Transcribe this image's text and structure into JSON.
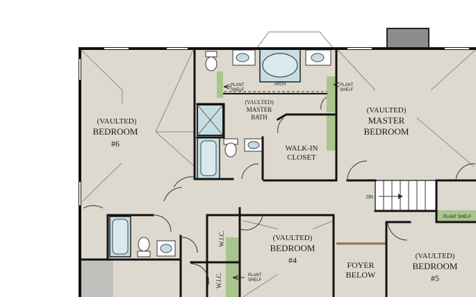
{
  "colors": {
    "floor": "#ddd9ce",
    "wall": "#111111",
    "plant_shelf": "#a9c48c",
    "fixture": "#c5dde3",
    "outside": "#ffffff",
    "chimney": "#8d8d8d",
    "stair": "#ffffff",
    "foyer_rail": "#9a6a4a"
  },
  "rooms": {
    "bedroom6": {
      "tag": "(VAULTED)",
      "name": "BEDROOM",
      "number": "#6"
    },
    "master_bath": {
      "tag": "(VAULTED)",
      "name1": "MASTER",
      "name2": "BATH"
    },
    "walkin": {
      "line1": "WALK-IN",
      "line2": "CLOSET"
    },
    "master_bedroom": {
      "tag": "(VAULTED)",
      "line1": "MASTER",
      "line2": "BEDROOM"
    },
    "bedroom4": {
      "tag": "(VAULTED)",
      "name": "BEDROOM",
      "number": "#4"
    },
    "foyer": {
      "line1": "FOYER",
      "line2": "BELOW"
    },
    "bedroom5": {
      "tag": "(VAULTED)",
      "name": "BEDROOM",
      "number": "#5"
    },
    "wic_a": "W.I.C.",
    "wic_b": "W.I.C."
  },
  "labels": {
    "arch": "ARCH",
    "dn": "DN",
    "plant": "PLANT",
    "shelf": "SHELF",
    "shelf_alt": "SHELF",
    "plant_shelf_right": "PLANT SHELF"
  }
}
